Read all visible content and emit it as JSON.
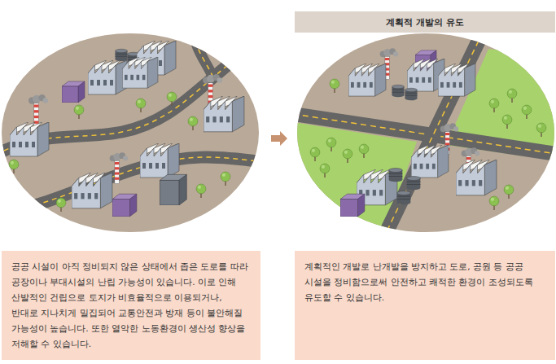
{
  "diagram": {
    "nodes": [
      {
        "text": [
          "계획적 개발의 유도"
        ]
      },
      {
        "text": [
          "공공 시설이 아직 정비되지 않은 상태에서 좁은 도로를 따라 공장이나 부대시설의 난립 가능성이 있습니다. 이로 인해 산발적인 건립으로 토지가 비효율적으로 이용되거나, 반대로 지나치게 밀집되어 교통안전과 방재 등이 불안해질 가능성이 높습니다. 또한 열악한 노동환경이 생산성 향상을 저해할 수 있습니다."
        ]
      },
      {
        "text": [
          "계획적인 개발로 난개발을 방지하고 도로, 공원 등 공공 시설을 정비함으로써 안전하고 쾌적한 환경이 조성되도록 유도할 수 있습니다."
        ]
      }
    ]
  }
}
